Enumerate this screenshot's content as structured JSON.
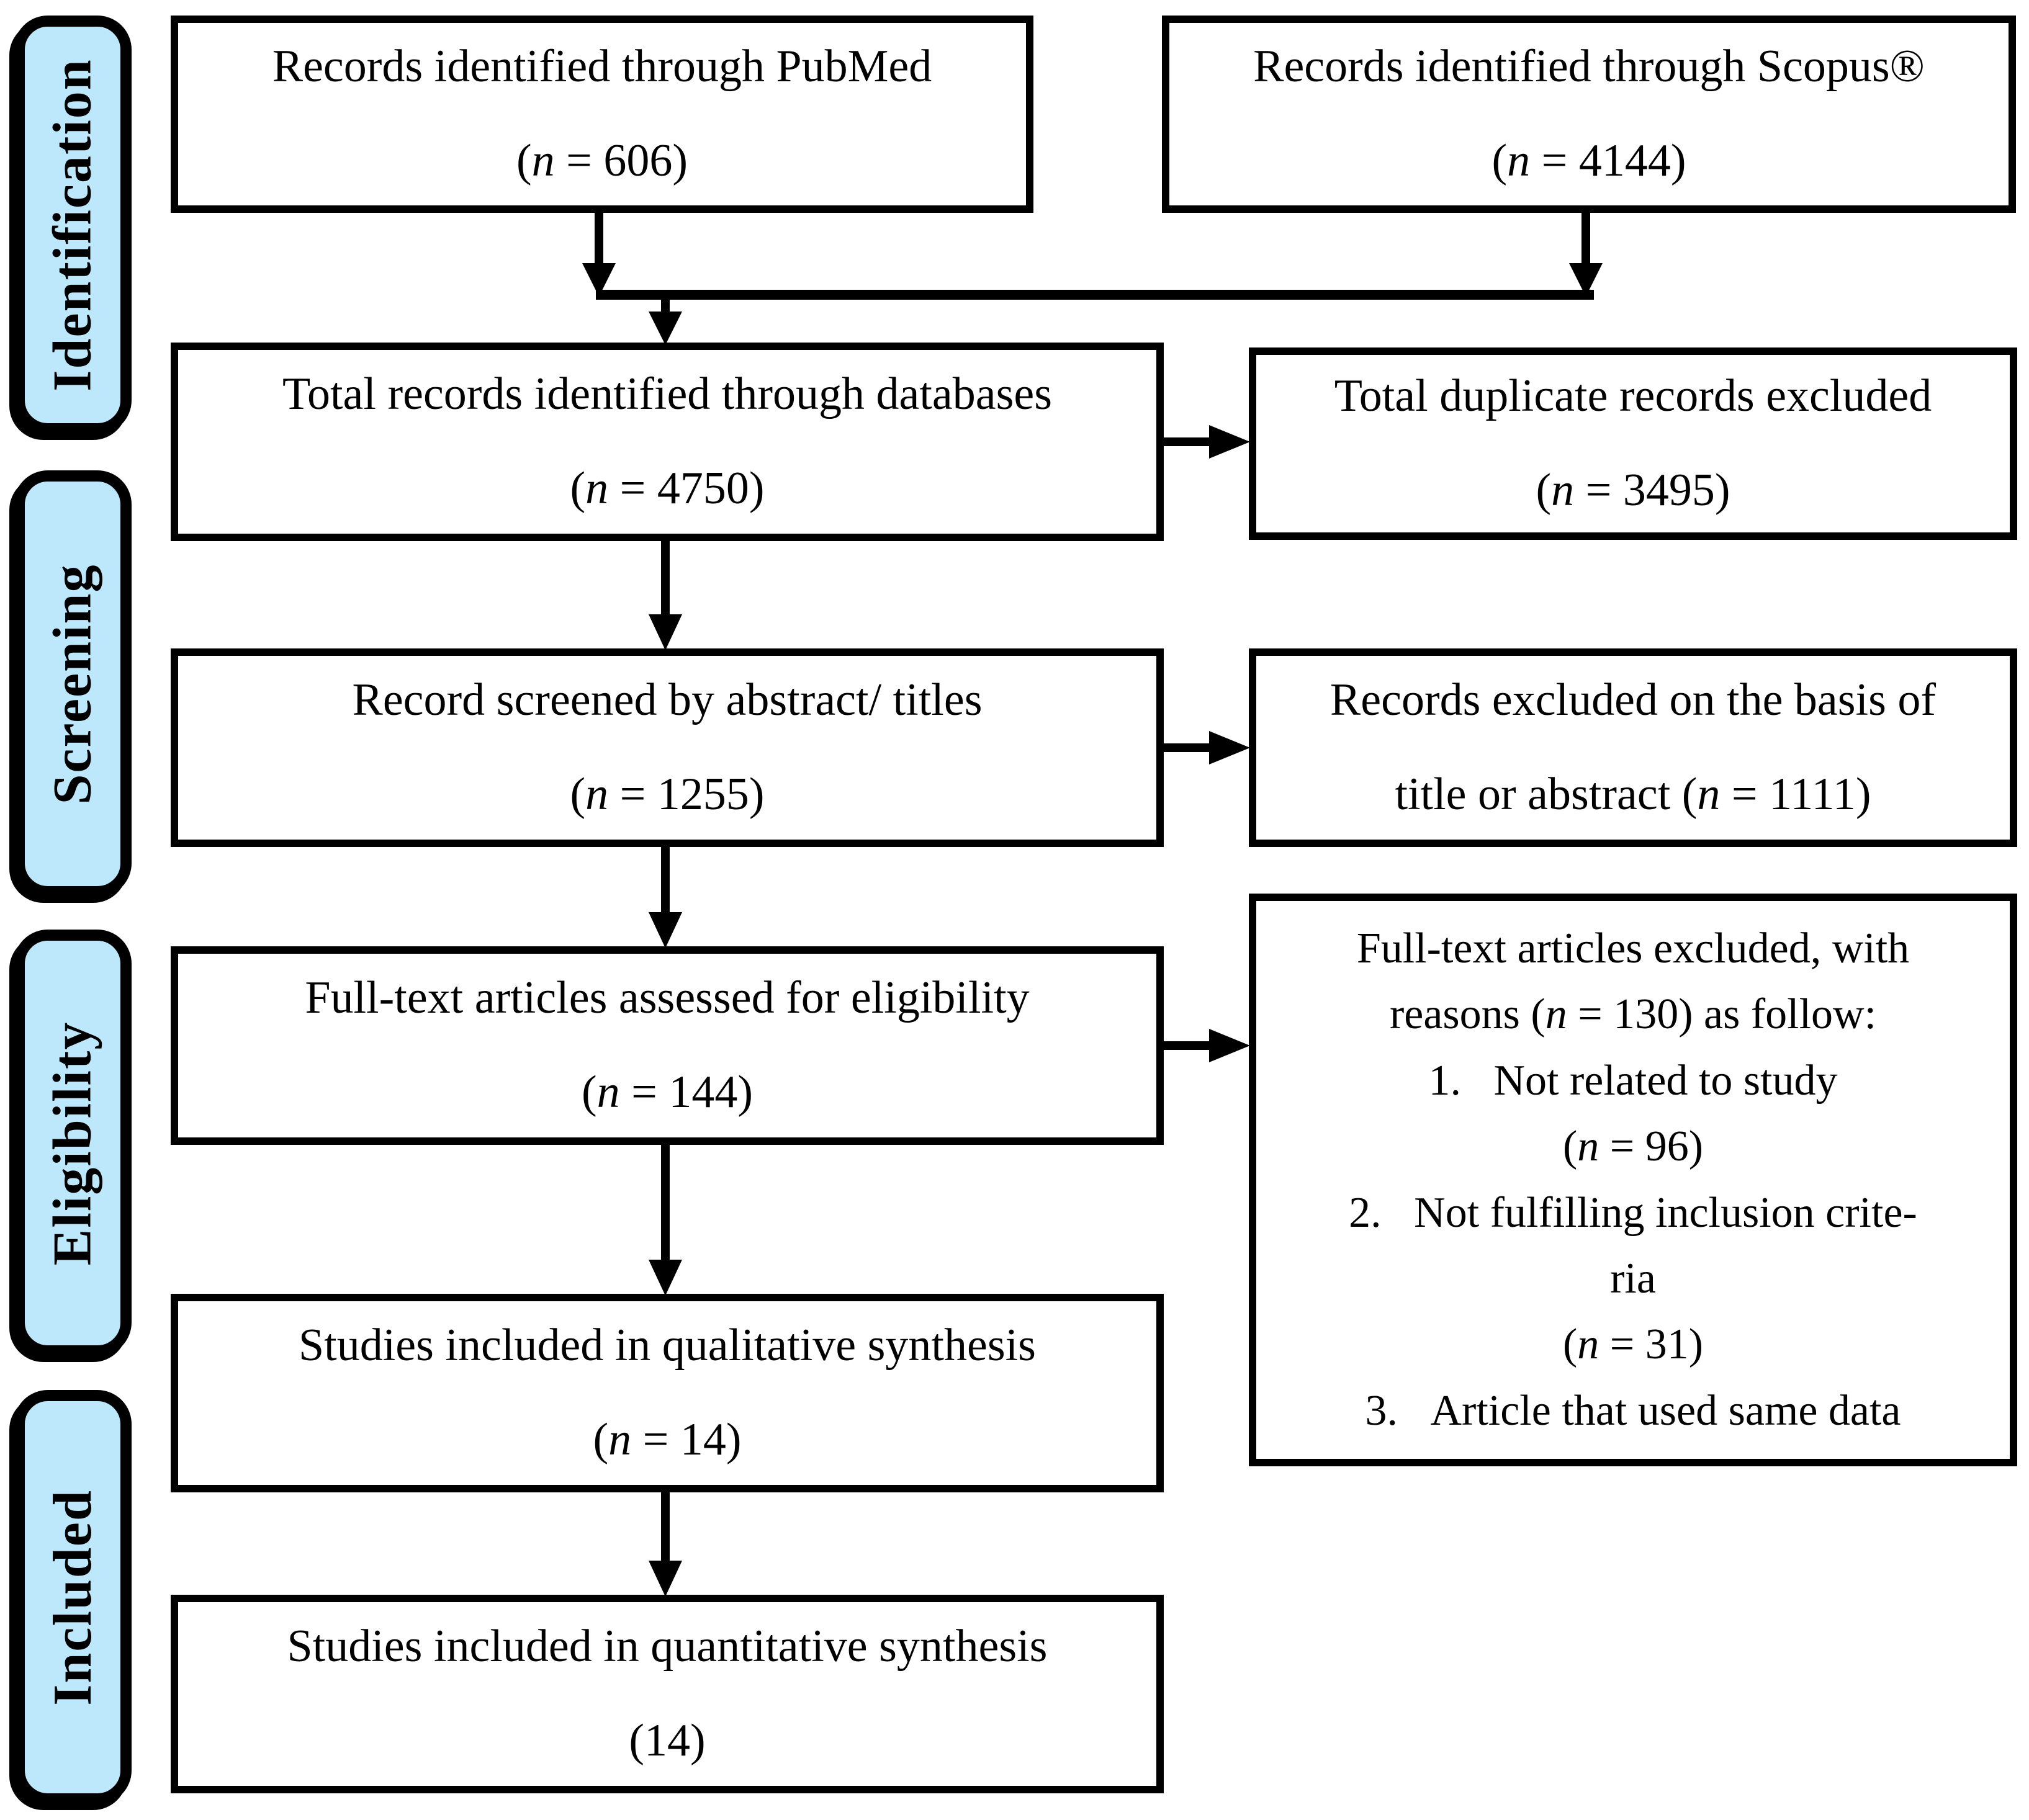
{
  "diagram": {
    "stages": [
      {
        "label": "Identification"
      },
      {
        "label": "Screening"
      },
      {
        "label": "Eligibility"
      },
      {
        "label": "Included"
      }
    ],
    "boxes": {
      "pubmed": {
        "lines": [
          "Records identified through PubMed",
          "(n = 606)"
        ]
      },
      "scopus": {
        "lines": [
          "Records identified through Scopus®",
          "(n = 4144)"
        ]
      },
      "total_identified": {
        "lines": [
          "Total records identified through databases",
          "(n = 4750)"
        ]
      },
      "duplicates_excluded": {
        "lines": [
          "Total duplicate records excluded",
          "(n = 3495)"
        ]
      },
      "screened": {
        "lines": [
          "Record screened by abstract/ titles",
          "(n = 1255)"
        ]
      },
      "excluded_title_abstract": {
        "lines": [
          "Records excluded on the basis of",
          "title or abstract (n = 1111)"
        ]
      },
      "fulltext_assessed": {
        "lines": [
          "Full-text articles assessed for eligibility",
          "(n = 144)"
        ]
      },
      "fulltext_excluded": {
        "lines": [
          "Full-text articles excluded, with",
          "reasons (n = 130) as follow:",
          "1.   Not related to study",
          "(n = 96)",
          "2.   Not fulfilling inclusion crite-",
          "ria",
          "(n = 31)",
          "3.   Article that used same data"
        ]
      },
      "qualitative": {
        "lines": [
          "Studies included in qualitative synthesis",
          "(n = 14)"
        ]
      },
      "quantitative": {
        "lines": [
          "Studies included in quantitative synthesis",
          "(14)"
        ]
      }
    },
    "colors": {
      "stage_fill": "#bde8fb",
      "box_fill": "#ffffff",
      "line": "#000000"
    }
  }
}
